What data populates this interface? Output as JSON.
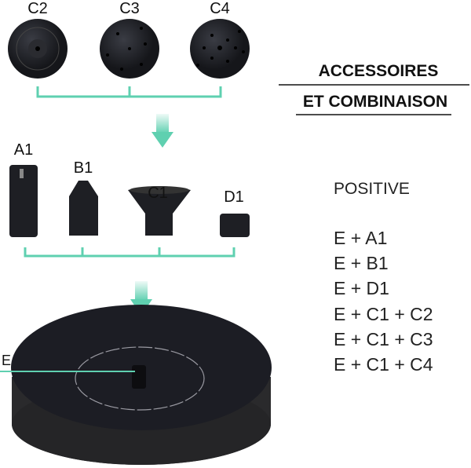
{
  "top_parts": {
    "c2": "C2",
    "c3": "C3",
    "c4": "C4"
  },
  "mid_parts": {
    "a1": "A1",
    "b1": "B1",
    "c1": "C1",
    "d1": "D1"
  },
  "base_label": "E",
  "heading": {
    "line1": "ACCESSOIRES",
    "line2": "ET COMBINAISON"
  },
  "combinations": {
    "title": "POSITIVE",
    "items": [
      "E + A1",
      "E + B1",
      "E + D1",
      "E + C1 + C2",
      "E + C1 + C3",
      "E + C1 + C4"
    ]
  },
  "colors": {
    "accent": "#5fd0b0",
    "product": "#1e1f24"
  }
}
